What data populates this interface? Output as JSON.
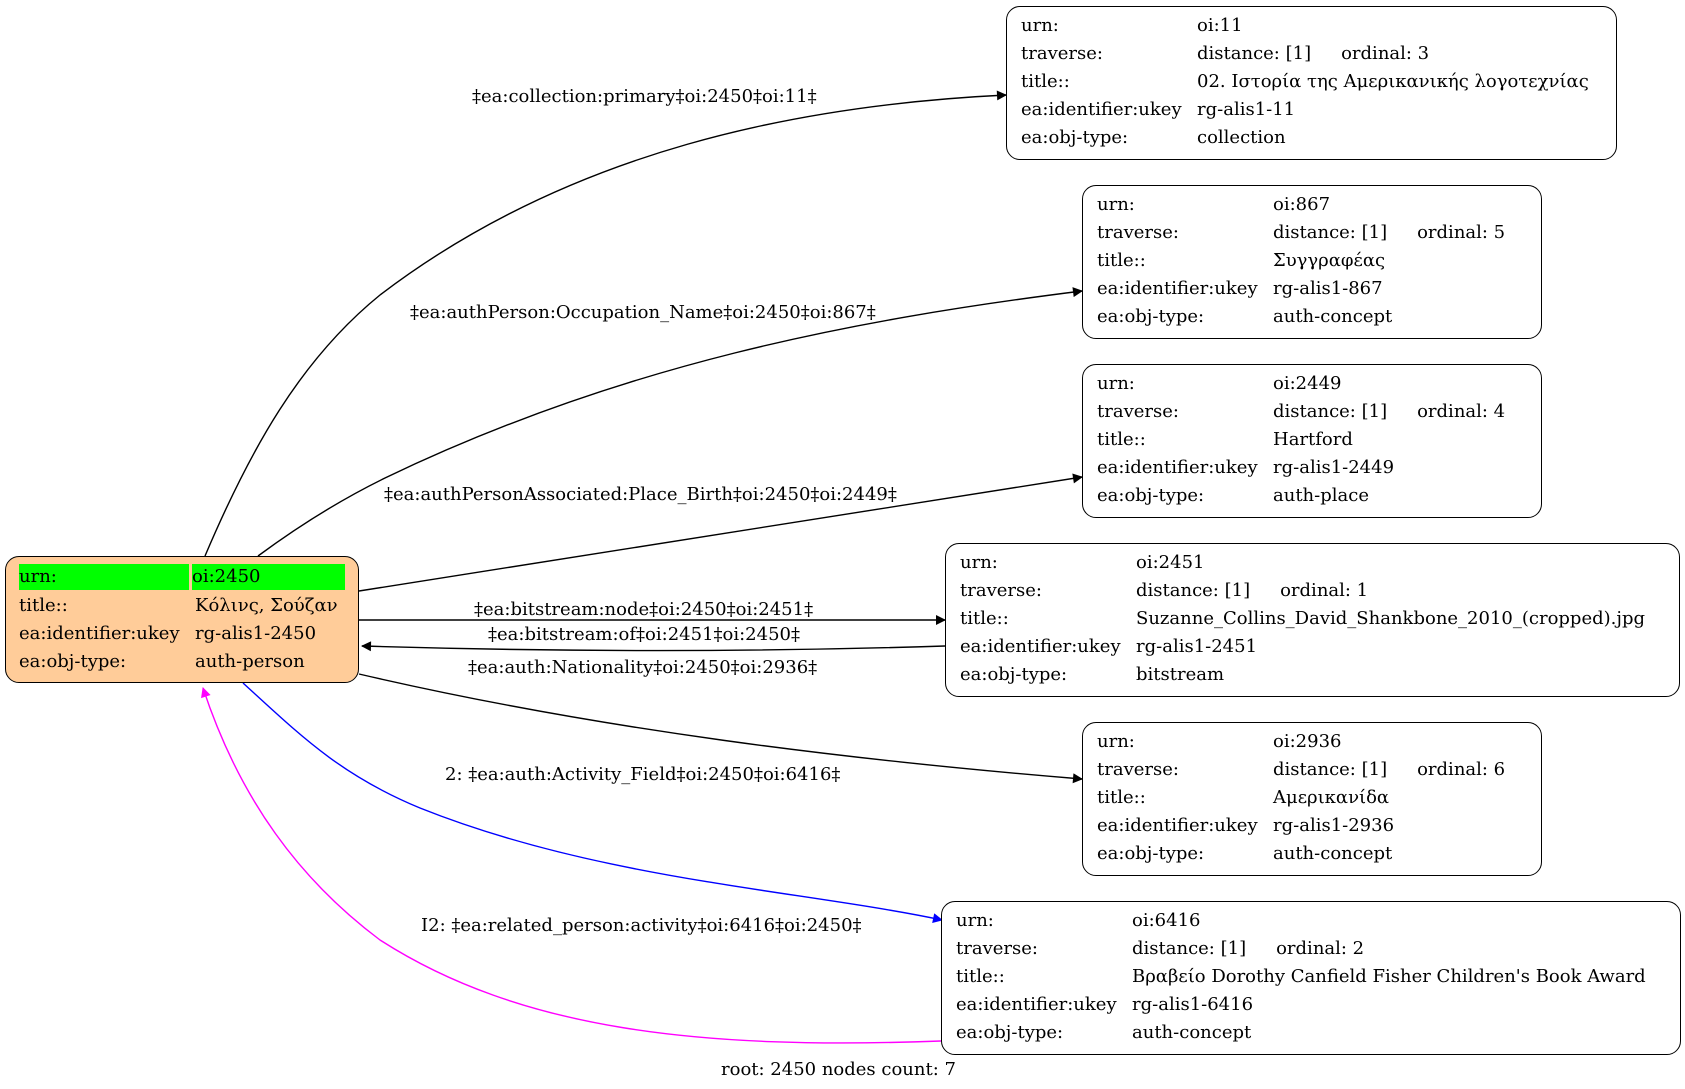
{
  "root_node": {
    "rows": [
      {
        "key": "urn:",
        "value": "oi:2450"
      },
      {
        "key": "title::",
        "value": "Κόλινς, Σούζαν"
      },
      {
        "key": "ea:identifier:ukey",
        "value": "rg-alis1-2450"
      },
      {
        "key": "ea:obj-type:",
        "value": "auth-person"
      }
    ],
    "fill": "#ffcc99",
    "highlight": "#00ff00"
  },
  "nodes": [
    {
      "urn": "oi:11",
      "distance": "distance: [1]",
      "ordinal": "ordinal: 3",
      "title": "02. Ιστορία της Αμερικανικής λογοτεχνίας",
      "ukey": "rg-alis1-11",
      "obj_type": "collection"
    },
    {
      "urn": "oi:867",
      "distance": "distance: [1]",
      "ordinal": "ordinal: 5",
      "title": "Συγγραφέας",
      "ukey": "rg-alis1-867",
      "obj_type": "auth-concept"
    },
    {
      "urn": "oi:2449",
      "distance": "distance: [1]",
      "ordinal": "ordinal: 4",
      "title": "Hartford",
      "ukey": "rg-alis1-2449",
      "obj_type": "auth-place"
    },
    {
      "urn": "oi:2451",
      "distance": "distance: [1]",
      "ordinal": "ordinal: 1",
      "title": "Suzanne_Collins_David_Shankbone_2010_(cropped).jpg",
      "ukey": "rg-alis1-2451",
      "obj_type": "bitstream"
    },
    {
      "urn": "oi:2936",
      "distance": "distance: [1]",
      "ordinal": "ordinal: 6",
      "title": "Αμερικανίδα",
      "ukey": "rg-alis1-2936",
      "obj_type": "auth-concept"
    },
    {
      "urn": "oi:6416",
      "distance": "distance: [1]",
      "ordinal": "ordinal: 2",
      "title": "Βραβείο Dorothy Canfield Fisher Children's Book Award",
      "ukey": "rg-alis1-6416",
      "obj_type": "auth-concept"
    }
  ],
  "row_labels": {
    "urn": "urn:",
    "traverse": "traverse:",
    "title": "title::",
    "ukey": "ea:identifier:ukey",
    "obj_type": "ea:obj-type:"
  },
  "edges": [
    {
      "label": "‡ea:collection:primary‡oi:2450‡oi:11‡",
      "color": "#000000"
    },
    {
      "label": "‡ea:authPerson:Occupation_Name‡oi:2450‡oi:867‡",
      "color": "#000000"
    },
    {
      "label": "‡ea:authPersonAssociated:Place_Birth‡oi:2450‡oi:2449‡",
      "color": "#000000"
    },
    {
      "label": "‡ea:bitstream:node‡oi:2450‡oi:2451‡",
      "color": "#000000"
    },
    {
      "label": "‡ea:bitstream:of‡oi:2451‡oi:2450‡",
      "color": "#000000"
    },
    {
      "label": "‡ea:auth:Nationality‡oi:2450‡oi:2936‡",
      "color": "#000000"
    },
    {
      "label": "2: ‡ea:auth:Activity_Field‡oi:2450‡oi:6416‡",
      "color": "#0000ff"
    },
    {
      "label": "I2: ‡ea:related_person:activity‡oi:6416‡oi:2450‡",
      "color": "#ff00ff"
    }
  ],
  "footer": "root: 2450 nodes count: 7"
}
